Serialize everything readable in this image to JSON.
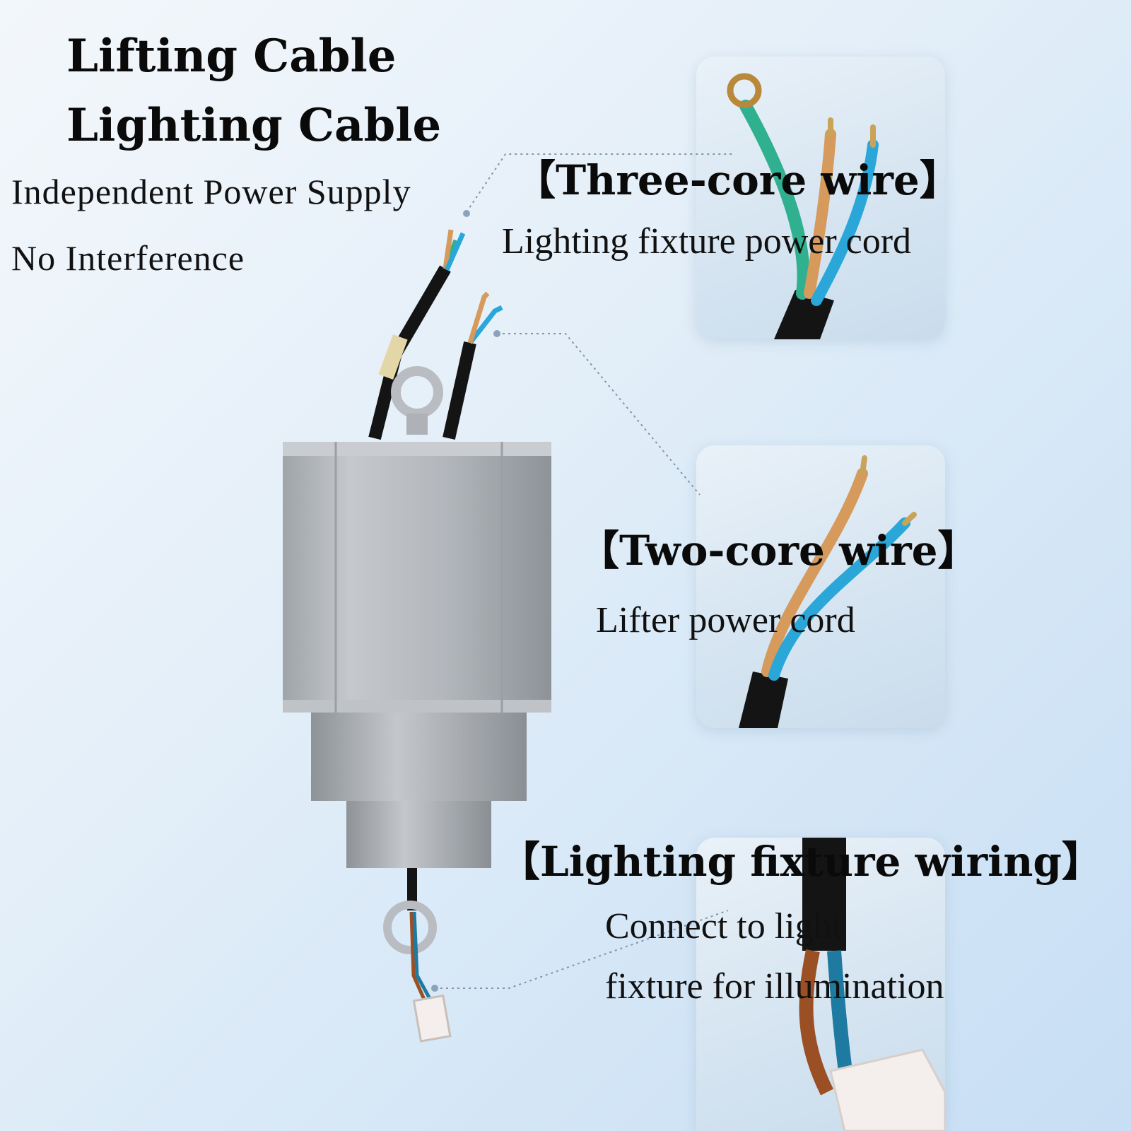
{
  "headings": {
    "line1": "Lifting Cable",
    "line2": "Lighting Cable",
    "sub1": "Independent Power Supply",
    "sub2": "No Interference"
  },
  "callouts": [
    {
      "title": "【Three-core wire】",
      "desc": "Lighting fixture power cord"
    },
    {
      "title": "【Two-core wire】",
      "desc": "Lifter power cord"
    },
    {
      "title": "【Lighting fixture wiring】",
      "desc_line1": "Connect to light",
      "desc_line2": "fixture for illumination"
    }
  ],
  "icons": {
    "device": "lifter-device-icon",
    "three_core": "three-core-wire-icon",
    "two_core": "two-core-wire-icon",
    "fixture": "fixture-connector-icon"
  },
  "colors": {
    "wire_green": "#2fb08f",
    "wire_blue": "#2aa7d8",
    "wire_brown": "#c98f52",
    "cable_black": "#141414",
    "body_silver": "#b9bdc2"
  }
}
